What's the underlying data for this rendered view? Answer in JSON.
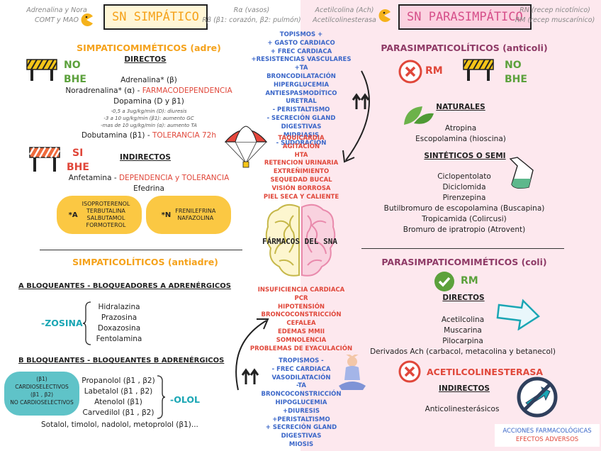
{
  "top": {
    "left_note_lines": [
      "Adrenalina y Nora",
      "COMT y MAO"
    ],
    "left_title": "SN SIMPÁTICO",
    "left_receptor_lines": [
      "Rα (vasos)",
      "Rβ (β1: corazón, β2: pulmón)"
    ],
    "right_note_lines": [
      "Acetilcolina (Ach)",
      "Acetilcolinesterasa"
    ],
    "right_title": "SN PARASIMPÁTICO",
    "right_receptor_lines": [
      "RN (recep nicotínico)",
      "RM (recep muscarínico)"
    ]
  },
  "simpaticomimeticos": {
    "title": "SIMPATICOMIMÉTICOS (adre)",
    "no_bhe_lines": [
      "NO",
      "BHE"
    ],
    "directos_label": "DIRECTOS",
    "directos": [
      {
        "text": "Adrenalina* (β)",
        "note": ""
      },
      {
        "text": "Noradrenalina* (α) - ",
        "note": "FARMACODEPENDENCIA"
      },
      {
        "text": "Dopamina (D y β1)",
        "note": ""
      }
    ],
    "dopamina_doses": [
      "-0,5 a 3ug/kg/min (D): diuresis",
      "-3 a 10 ug/kg/min (β1): aumento GC",
      "-mas de 10 ug/kg/min (α): aumento TA"
    ],
    "dobutamina": {
      "text": "Dobutamina (β1) - ",
      "note": "TOLERANCIA 72h"
    },
    "si_bhe_lines": [
      "SI",
      "BHE"
    ],
    "indirectos_label": "INDIRECTOS",
    "anfetamina": {
      "text": "Anfetamina - ",
      "note": "DEPENDENCIA y TOLERANCIA"
    },
    "efedrina": "Efedrina",
    "pill_a_label": "*A",
    "pill_a_lines": [
      "ISOPROTERENOL",
      "TERBUTALINA",
      "SALBUTAMOL",
      "FORMOTEROL"
    ],
    "pill_n_label": "*N",
    "pill_n_lines": [
      "FRENILEFRINA",
      "NAFAZOLINA"
    ]
  },
  "simpaticoliticos": {
    "title": "SIMPATICOLÍTICOS (antiadre)",
    "a_block_title": "A BLOQUEANTES - BLOQUEADORES A ADRENÉRGICOS",
    "zosina_label": "-ZOSINA",
    "zosina_drugs": [
      "Hidralazina",
      "Prazosina",
      "Doxazosina",
      "Fentolamina"
    ],
    "b_block_title": "B BLOQUEANTES - BLOQUEANTES B ADRENÉRGICOS",
    "cardio_lines": [
      "(β1)",
      "CARDIOSELECTIVOS",
      "(β1 , β2)",
      "NO CARDIOSELECTIVOS"
    ],
    "olol_label": "-OLOL",
    "olol_drugs": [
      "Propanolol (β1 , β2)",
      "Labetalol (β1 , β2)",
      "Atenolol (β1)",
      "Carvedilol (β1 , β2)"
    ],
    "others": "Sotalol, timolol, nadolol, metoprolol (β1)..."
  },
  "center": {
    "effects_top_blue": [
      "TOPISMOS +",
      "+ GASTO CARDIACO",
      "+ FREC CARDIACA",
      "+RESISTENCIAS VASCULARES",
      "+TA",
      "BRONCODILATACIÓN",
      "HIPERGLUCEMIA",
      "ANTIESPASMODÍTICO URETRAL",
      "- PERISTALTISMO",
      "- SECRECIÓN GLAND DIGESTIVAS",
      "MIDRIASIS",
      "- SUDORACIÓN"
    ],
    "effects_top_red": [
      "TAQUICARDIA",
      "AGITACIÓN",
      "HTA",
      "RETENCION URINARIA",
      "EXTREÑIMIENTO",
      "SEQUEDAD BUCAL",
      "VISIÓN BORROSA",
      "PIEL SECA Y CALIENTE"
    ],
    "brain_label": "FÁRMACOS DEL SNA",
    "effects_bottom_red": [
      "INSUFICIENCIA CARDIACA",
      "PCR",
      "HIPOTENSIÓN",
      "BRONCOCONSTRICCIÓN",
      "CEFALEA",
      "EDEMAS MMII",
      "SOMNOLENCIA",
      "PROBLEMAS DE EYACULACIÓN"
    ],
    "effects_bottom_blue": [
      "TROPISMOS -",
      "- FREC CARDIACA",
      "VASODILATACIÓN",
      "-TA",
      "BRONCOCONSTRICCIÓN",
      "HIPOGLUCEMIA",
      "+DIURESIS",
      "+PERISTALTISMO",
      "+ SECRECIÓN GLAND DIGESTIVAS",
      "MIOSIS"
    ]
  },
  "parasimpaticoliticos": {
    "title": "PARASIMPATICOLÍTICOS (anticoli)",
    "rm_label": "RM",
    "no_bhe_lines": [
      "NO",
      "BHE"
    ],
    "naturales_label": "NATURALES",
    "naturales": [
      "Atropina",
      "Escopolamina (hioscina)"
    ],
    "sinteticos_label": "SINTÉTICOS O SEMI",
    "sinteticos": [
      "Ciclopentolato",
      "Diciclomida",
      "Pirenzepina",
      "Butilbromuro de escopolamina (Buscapina)",
      "Tropicamida (Colircusi)",
      "Bromuro de ipratropio (Atrovent)"
    ]
  },
  "parasimpaticomimeticos": {
    "title": "PARASIMPATICOMIMÉTICOS (coli)",
    "rm_label": "RM",
    "directos_label": "DIRECTOS",
    "directos": [
      "Acetilcolina",
      "Muscarina",
      "Pilocarpina",
      "Derivados Ach (carbacol, metacolina y betanecol)"
    ],
    "acetil_label": "ACETILCOLINESTERASA",
    "indirectos_label": "INDIRECTOS",
    "indirectos": [
      "Anticolinesterásicos"
    ]
  },
  "legend": {
    "actions": "ACCIONES FARMACOLÓGICAS",
    "adverse": "EFECTOS ADVERSOS"
  },
  "colors": {
    "orange": "#f5a21b",
    "purple": "#8e3a66",
    "red": "#e0473a",
    "blue": "#3a66c8",
    "green": "#5ca13c",
    "teal": "#1aa6b4",
    "pink_bg": "#fde8ee",
    "yellow_pill": "#fbc843",
    "cardio_pill": "#5fc3c8"
  }
}
